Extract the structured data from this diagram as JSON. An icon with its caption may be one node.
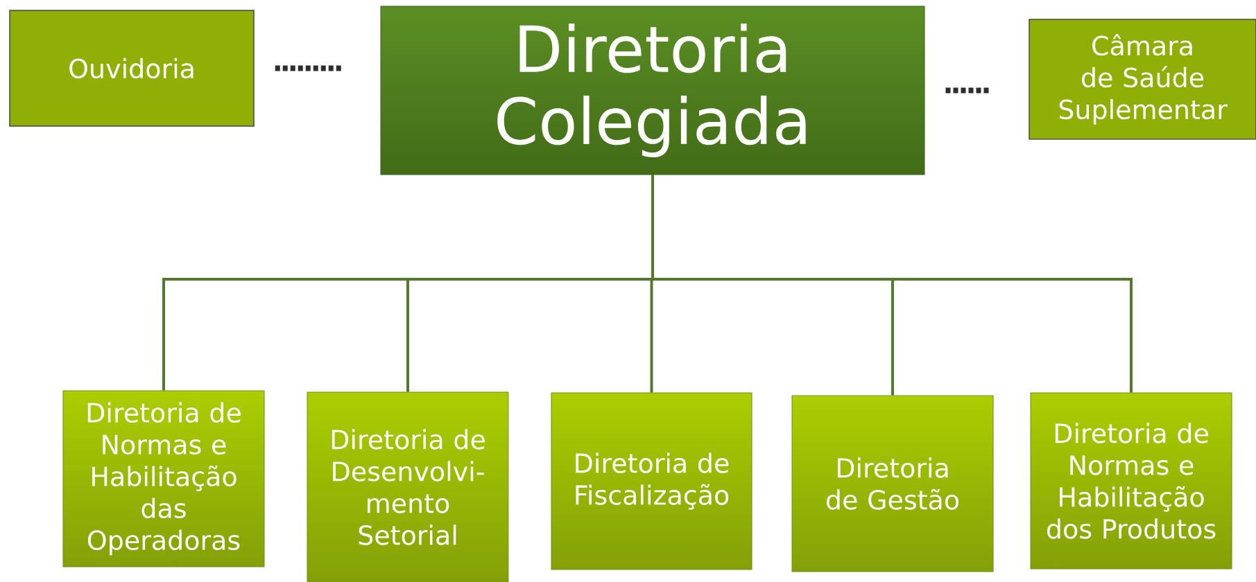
{
  "diagram": {
    "nodes": [
      {
        "text": [
          "Ouvidoria"
        ]
      },
      {
        "text": [
          "Diretoria Colegiada"
        ]
      },
      {
        "text": [
          "Câmara de Saúde Suplementar"
        ]
      },
      {
        "text": [
          "Diretoria de Normas e Habilitação das Operadoras"
        ]
      },
      {
        "text": [
          "Diretoria de Desenvolvi- mento Setorial"
        ]
      },
      {
        "text": [
          "Diretoria de Fiscalização"
        ]
      },
      {
        "text": [
          "Diretoria de Gestão"
        ]
      },
      {
        "text": [
          "Diretoria de Normas e Habilitação dos Produtos"
        ]
      }
    ],
    "edges": [
      {
        "from": 0,
        "to": 1,
        "arrow": "none",
        "style": "dashed"
      },
      {
        "from": 1,
        "to": 2,
        "arrow": "none",
        "style": "dashed"
      },
      {
        "from": 1,
        "to": 3,
        "arrow": "none"
      },
      {
        "from": 1,
        "to": 4,
        "arrow": "none"
      },
      {
        "from": 1,
        "to": 5,
        "arrow": "none"
      },
      {
        "from": 1,
        "to": 6,
        "arrow": "none"
      },
      {
        "from": 1,
        "to": 7,
        "arrow": "none"
      }
    ]
  }
}
